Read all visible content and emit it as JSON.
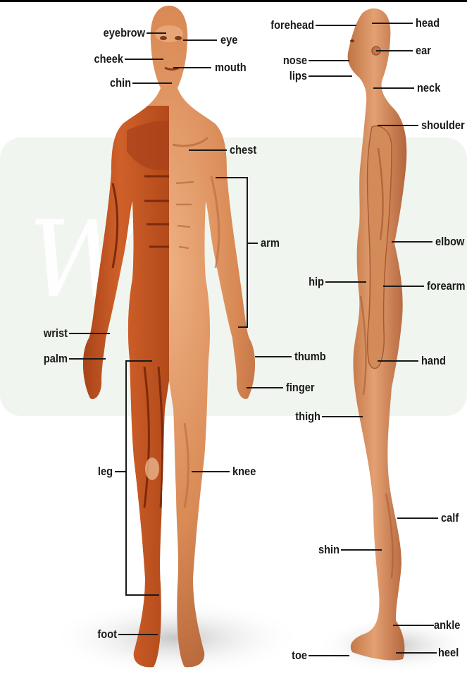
{
  "labels": {
    "eyebrow": "eyebrow",
    "cheek": "cheek",
    "chin": "chin",
    "eye": "eye",
    "mouth": "mouth",
    "chest": "chest",
    "arm": "arm",
    "wrist": "wrist",
    "palm": "palm",
    "thumb": "thumb",
    "finger": "finger",
    "leg": "leg",
    "knee": "knee",
    "foot": "foot",
    "forehead": "forehead",
    "nose": "nose",
    "lips": "lips",
    "head": "head",
    "ear": "ear",
    "neck": "neck",
    "shoulder": "shoulder",
    "elbow": "elbow",
    "hip": "hip",
    "forearm": "forearm",
    "hand": "hand",
    "thigh": "thigh",
    "calf": "calf",
    "shin": "shin",
    "ankle": "ankle",
    "toe": "toe",
    "heel": "heel"
  },
  "colors": {
    "skin": "#d98a55",
    "skin_light": "#eaa979",
    "skin_shadow": "#b5663a",
    "muscle": "#c4521e",
    "muscle_dark": "#8e3310",
    "leader_line": "#1a1a1a",
    "watermark_band": "#eef3ec"
  }
}
